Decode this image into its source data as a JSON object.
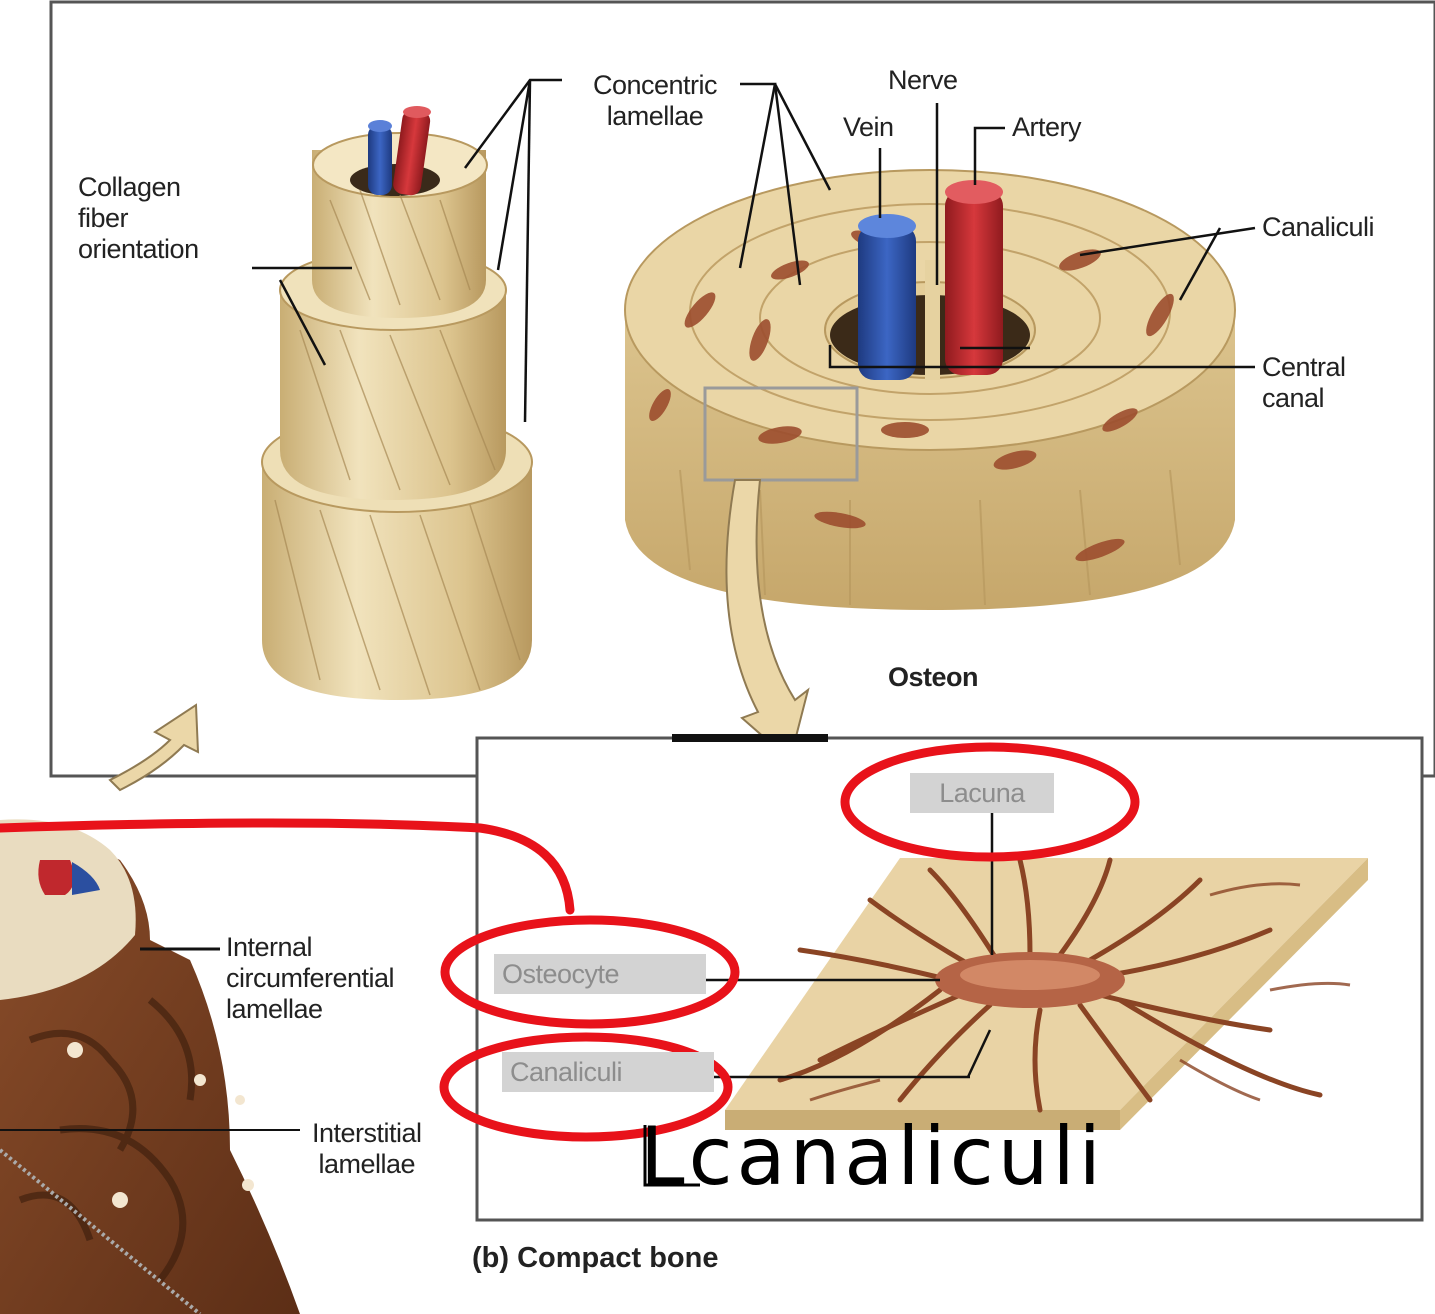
{
  "labels": {
    "concentric": [
      "Concentric",
      "lamellae"
    ],
    "nerve": "Nerve",
    "vein": "Vein",
    "artery": "Artery",
    "collagen": [
      "Collagen",
      "fiber",
      "orientation"
    ],
    "canaliculi_top": "Canaliculi",
    "central_canal": [
      "Central",
      "canal"
    ],
    "osteon": "Osteon",
    "internal_circ": [
      "Internal",
      "circumferential",
      "lamellae"
    ],
    "interstitial": [
      "Interstitial",
      "lamellae"
    ]
  },
  "inset": {
    "lacuna": "Lacuna",
    "osteocyte": "Osteocyte",
    "canaliculi": "Canaliculi"
  },
  "caption": "(b) Compact bone",
  "handwriting": "Lcanaliculi",
  "colors": {
    "bone": "#e3cf9f",
    "bone_dark": "#c9ae74",
    "vein": "#2b4fa0",
    "artery": "#c0282d",
    "cell": "#a85a3a",
    "annotation": "#e8121a"
  }
}
